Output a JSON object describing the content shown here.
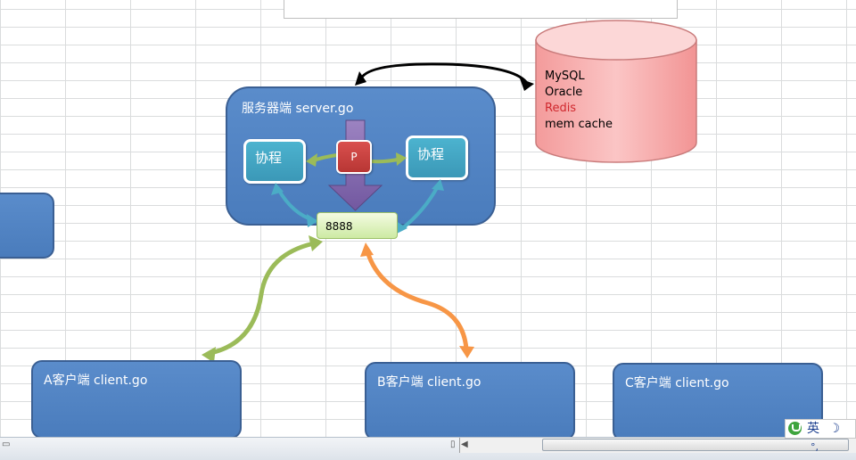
{
  "server": {
    "title": "服务器端  server.go"
  },
  "coroutines": [
    {
      "label": "协程"
    },
    {
      "label": "协程"
    }
  ],
  "processor": {
    "label": "P"
  },
  "port": {
    "label": "8888"
  },
  "database": {
    "items": [
      "MySQL",
      "Oracle",
      "Redis",
      "mem cache"
    ],
    "highlight_color": "#d0282e"
  },
  "clients": [
    {
      "label": "A客户端  client.go"
    },
    {
      "label": "B客户端  client.go"
    },
    {
      "label": "C客户端  client.go"
    }
  ],
  "ime": {
    "label": "英"
  },
  "colors": {
    "box_blue": "#4f81bd",
    "coroutine_teal": "#4bacc6",
    "processor_red": "#c0504d",
    "port_green": "#d7efb0",
    "db_pink": "#f9a9a9",
    "arrow_green": "#9bbb59",
    "arrow_orange": "#f79646",
    "arrow_purple": "#8064a2"
  }
}
